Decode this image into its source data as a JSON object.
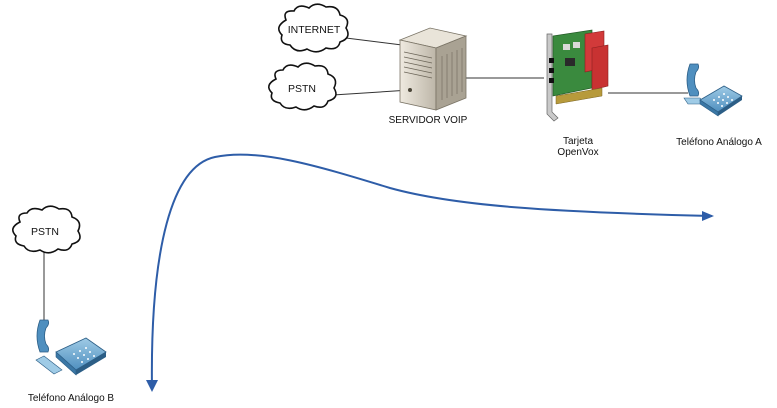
{
  "clouds": {
    "internet": "INTERNET",
    "pstn_top": "PSTN",
    "pstn_left": "PSTN"
  },
  "devices": {
    "server": "SERVIDOR VOIP",
    "card_line1": "Tarjeta",
    "card_line2": "OpenVox",
    "phone_a": "Teléfono Análogo A",
    "phone_b": "Teléfono Análogo B"
  },
  "colors": {
    "arrow": "#2e5da8",
    "link": "#333333",
    "cloud_stroke": "#111111",
    "phone_body": "#6aa7cf",
    "phone_dark": "#2c5e86",
    "server_body": "#d8d3c8",
    "card_green": "#3a8a3e",
    "card_red": "#d23a3a"
  },
  "icons": [
    "cloud-icon",
    "server-icon",
    "pci-card-icon",
    "telephone-icon",
    "curved-arrow-icon"
  ]
}
